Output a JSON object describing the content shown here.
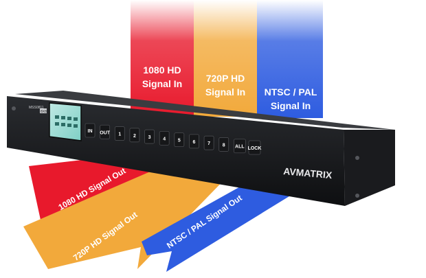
{
  "inputs": [
    {
      "line1": "1080 HD",
      "line2": "Signal In",
      "color": "#e8192c"
    },
    {
      "line1": "720P HD",
      "line2": "Signal In",
      "color": "#f2a93b"
    },
    {
      "line1": "NTSC / PAL",
      "line2": "Signal In",
      "color": "#2e5ce0"
    }
  ],
  "outputs": [
    {
      "label": "1080 HD Signal Out",
      "color": "#e8192c"
    },
    {
      "label": "720P HD Signal Out",
      "color": "#f2a93b"
    },
    {
      "label": "NTSC / PAL Signal Out",
      "color": "#2e5ce0"
    }
  ],
  "device": {
    "brand": "AVMATRIX",
    "model": "MSS0811",
    "model_sub": "8X8",
    "buttons": [
      "IN",
      "OUT",
      "1",
      "2",
      "3",
      "4",
      "5",
      "6",
      "7",
      "8",
      "ALL",
      "LOCK"
    ]
  }
}
